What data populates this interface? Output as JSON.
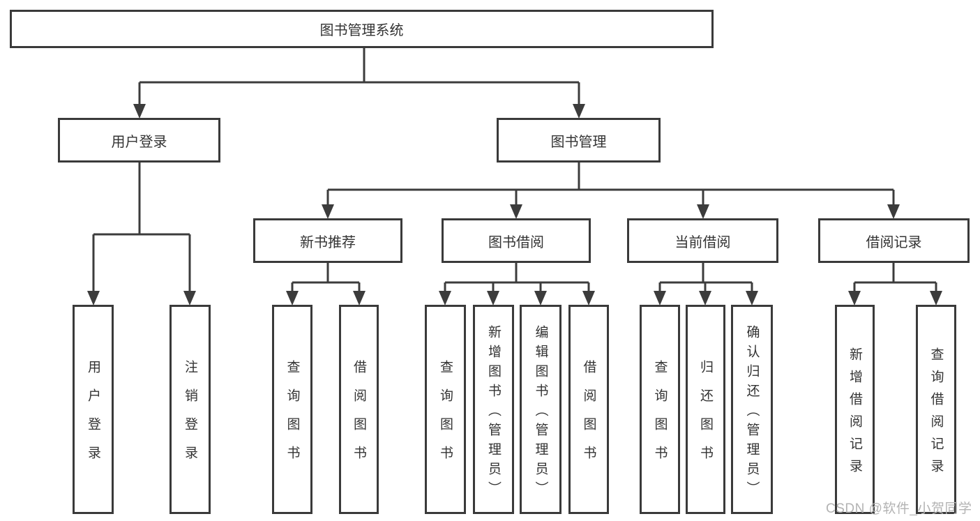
{
  "diagram": {
    "type": "org-tree",
    "root": {
      "id": "library-management-system",
      "label": "图书管理系统"
    },
    "level2": [
      {
        "id": "user-login",
        "label": "用户登录",
        "parent": "图书管理系统"
      },
      {
        "id": "book-management",
        "label": "图书管理",
        "parent": "图书管理系统"
      }
    ],
    "level3": [
      {
        "id": "new-book-recommend",
        "label": "新书推荐",
        "parent": "图书管理"
      },
      {
        "id": "book-borrow",
        "label": "图书借阅",
        "parent": "图书管理"
      },
      {
        "id": "current-borrow",
        "label": "当前借阅",
        "parent": "图书管理"
      },
      {
        "id": "borrow-records",
        "label": "借阅记录",
        "parent": "图书管理"
      }
    ],
    "level4": [
      {
        "id": "leaf-user-login",
        "label": "用户登录",
        "parent": "用户登录"
      },
      {
        "id": "leaf-logout",
        "label": "注销登录",
        "parent": "用户登录"
      },
      {
        "id": "leaf-query-book-1",
        "label": "查询图书",
        "parent": "新书推荐"
      },
      {
        "id": "leaf-borrow-book-1",
        "label": "借阅图书",
        "parent": "新书推荐"
      },
      {
        "id": "leaf-query-book-2",
        "label": "查询图书",
        "parent": "图书借阅"
      },
      {
        "id": "leaf-add-book-admin",
        "label": "新增图书（管理员）",
        "parent": "图书借阅"
      },
      {
        "id": "leaf-edit-book-admin",
        "label": "编辑图书（管理员）",
        "parent": "图书借阅"
      },
      {
        "id": "leaf-borrow-book-2",
        "label": "借阅图书",
        "parent": "图书借阅"
      },
      {
        "id": "leaf-query-book-3",
        "label": "查询图书",
        "parent": "当前借阅"
      },
      {
        "id": "leaf-return-book",
        "label": "归还图书",
        "parent": "当前借阅"
      },
      {
        "id": "leaf-confirm-return-admin",
        "label": "确认归还（管理员）",
        "parent": "当前借阅"
      },
      {
        "id": "leaf-add-borrow-record",
        "label": "新增借阅记录",
        "parent": "借阅记录"
      },
      {
        "id": "leaf-query-borrow-record",
        "label": "查询借阅记录",
        "parent": "借阅记录"
      }
    ]
  },
  "watermark": {
    "text": "CSDN @软件_小贺同学"
  },
  "colors": {
    "line": "#3c3c3c",
    "box_border": "#3a3a3a",
    "text": "#333333",
    "watermark": "#b3b3b3",
    "background": "#ffffff"
  }
}
